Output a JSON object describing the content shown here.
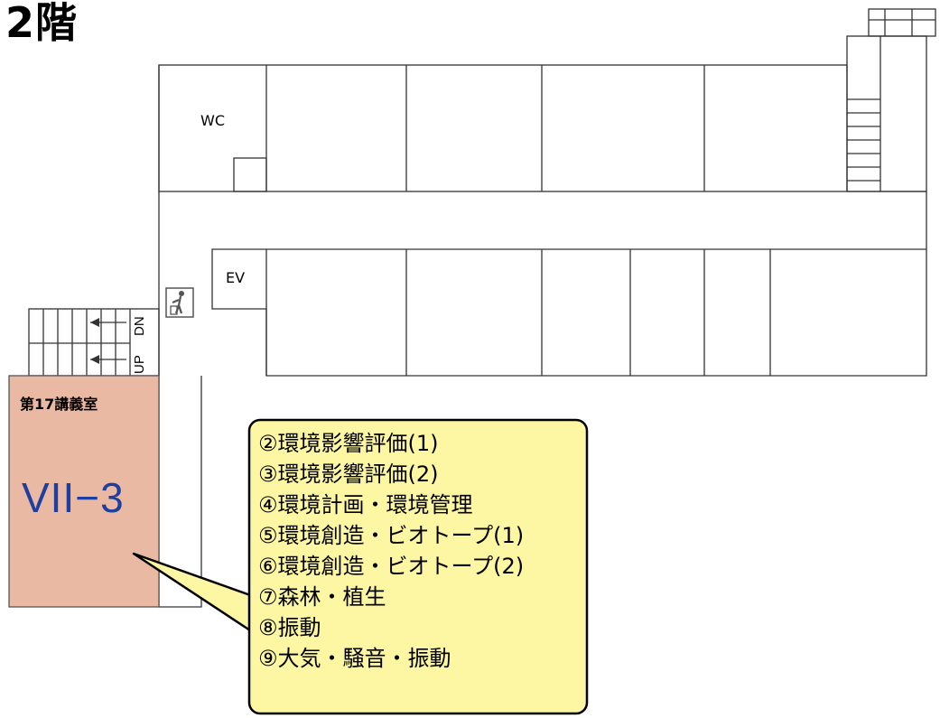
{
  "floor_title": "2階",
  "rooms": {
    "wc_label": "WC",
    "ev_label": "EV",
    "lecture_room_name": "第17講義室",
    "lecture_room_code": "VII−3"
  },
  "stairs": {
    "up_label": "UP",
    "dn_label": "DN"
  },
  "icons": {
    "trash": "trash-can-icon"
  },
  "colors": {
    "lecture_room_fill": "#e9b9a3",
    "callout_fill": "#fdf6a3",
    "room_code_color": "#1f3fa0"
  },
  "subjects": [
    "②環境影響評価(1)",
    "③環境影響評価(2)",
    "④環境計画・環境管理",
    "⑤環境創造・ビオトープ(1)",
    "⑥環境創造・ビオトープ(2)",
    "⑦森林・植生",
    "⑧振動",
    "⑨大気・騒音・振動"
  ]
}
